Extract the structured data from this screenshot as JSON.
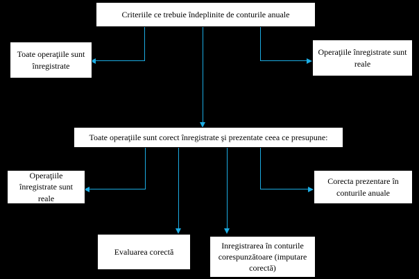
{
  "diagram": {
    "title": "Criteriile ce trebuie indeplinite de conturile anuale",
    "background_color": "#000000",
    "node_fill": "#ffffff",
    "node_text_color": "#000000",
    "connector_color": "#1CADE4",
    "nodes": {
      "top": "Criteriile ce trebuie îndeplinite de conturile anuale",
      "left": "Toate operaţiile sunt înregistrate",
      "right": "Operaţiile înregistrate sunt reale",
      "middle": "Toate operaţiile sunt corect înregistrate şi prezentate ceea ce presupune:",
      "bottom_left": "Operaţiile înregistrate sunt reale",
      "bottom_right": "Corecta prezentare în conturile anuale",
      "bottom_eval": "Evaluarea corectă",
      "bottom_inreg": "Inregistrarea în conturile corespunzătoare (imputare corectă)"
    }
  }
}
